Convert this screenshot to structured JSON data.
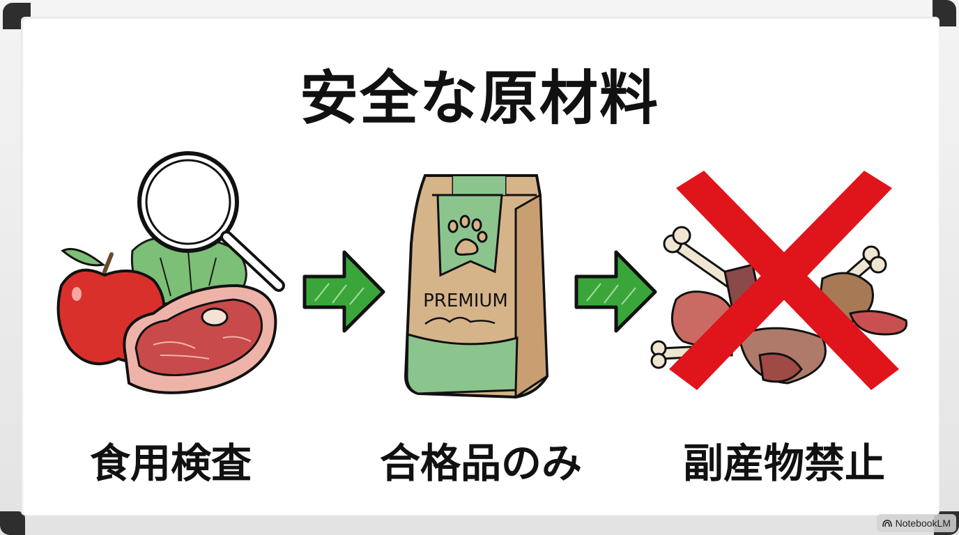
{
  "title": "安全な原材料",
  "steps": [
    {
      "label": "食用検査",
      "illustration": "apple-lettuce-steak-under-magnifying-glass"
    },
    {
      "label": "合格品のみ",
      "illustration": "premium-pet-food-bag",
      "bag_text": "PREMIUM"
    },
    {
      "label": "副産物禁止",
      "illustration": "bones-and-meat-scraps-crossed-out"
    }
  ],
  "arrows": [
    "right-arrow-1",
    "right-arrow-2"
  ],
  "colors": {
    "arrow_green": "#3aa63a",
    "cross_red": "#e0141b",
    "bag_kraft": "#d6b48a",
    "bag_green": "#8cc48e",
    "apple_red": "#d9302c",
    "steak_red": "#c94a4a"
  },
  "watermark": {
    "label": "NotebookLM"
  }
}
